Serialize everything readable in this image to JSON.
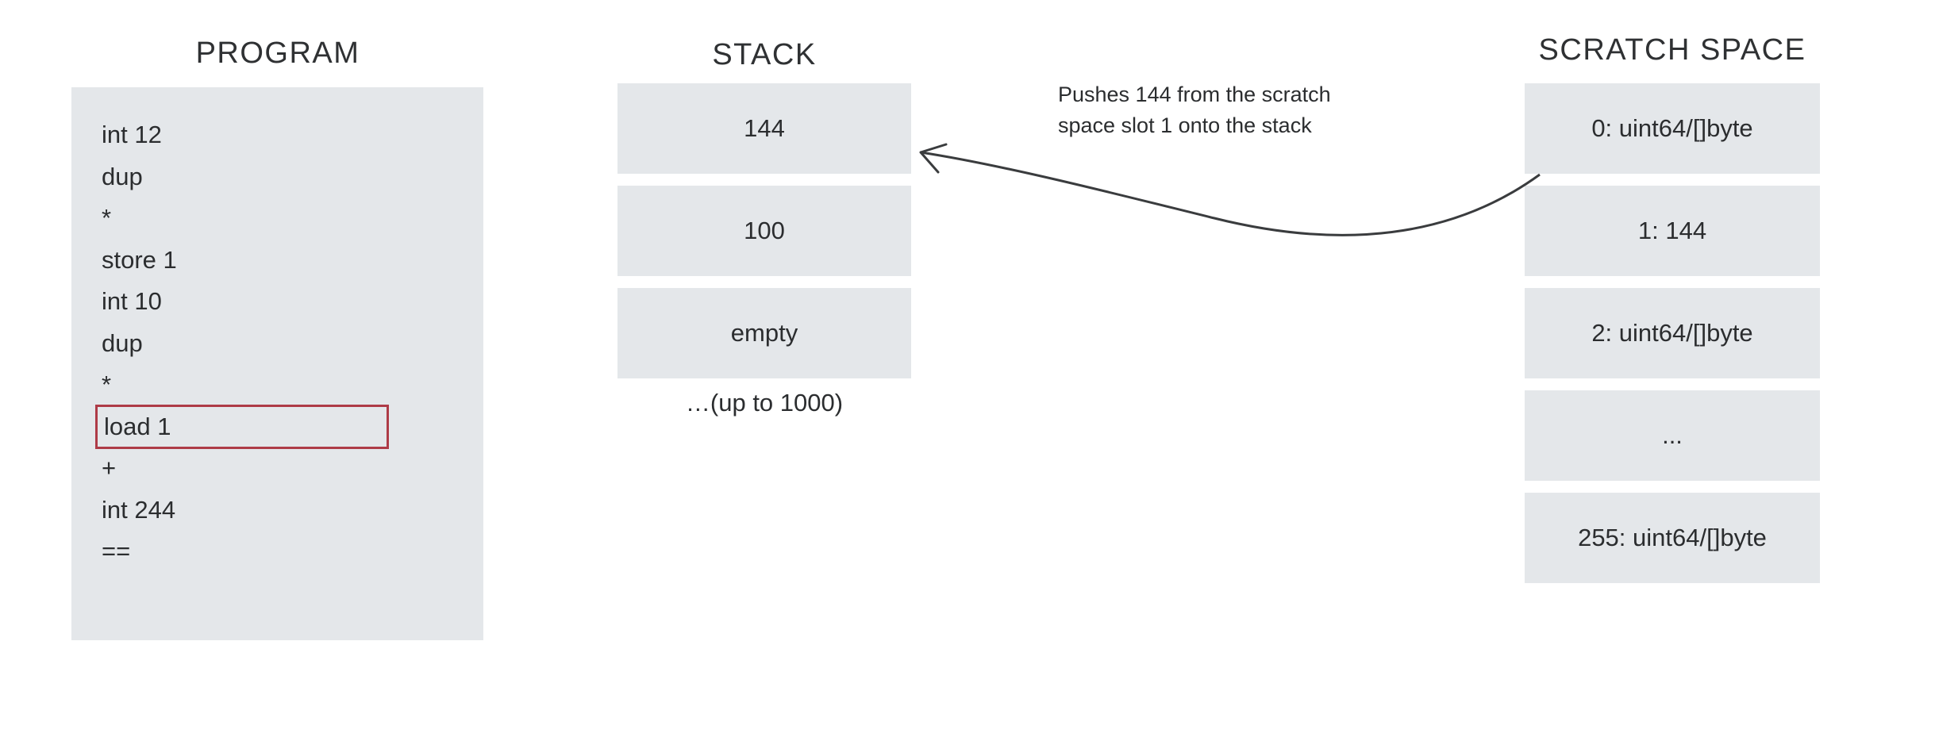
{
  "columns": {
    "program": {
      "title": "PROGRAM",
      "lines": [
        {
          "text": "int 12",
          "highlighted": false
        },
        {
          "text": "dup",
          "highlighted": false
        },
        {
          "text": "*",
          "highlighted": false
        },
        {
          "text": "store 1",
          "highlighted": false
        },
        {
          "text": "int 10",
          "highlighted": false
        },
        {
          "text": "dup",
          "highlighted": false
        },
        {
          "text": "*",
          "highlighted": false
        },
        {
          "text": "load 1",
          "highlighted": true
        },
        {
          "text": "+",
          "highlighted": false
        },
        {
          "text": "int 244",
          "highlighted": false
        },
        {
          "text": "==",
          "highlighted": false
        }
      ]
    },
    "stack": {
      "title": "STACK",
      "cells": [
        {
          "value": "144"
        },
        {
          "value": "100"
        },
        {
          "value": "empty"
        }
      ],
      "note": "…(up to 1000)"
    },
    "scratch": {
      "title": "SCRATCH SPACE",
      "cells": [
        {
          "value": "0: uint64/[]byte"
        },
        {
          "value": "1: 144"
        },
        {
          "value": "2: uint64/[]byte"
        },
        {
          "value": "..."
        },
        {
          "value": "255: uint64/[]byte"
        }
      ]
    }
  },
  "annotation": {
    "line_1": "Pushes 144 from the scratch",
    "line_2": "space slot 1 onto the stack",
    "arrow_from": "scratch slot 1",
    "arrow_to": "stack cell 144"
  },
  "colors": {
    "cell_background": "#e4e7ea",
    "page_background": "#ffffff",
    "text": "#2b2d2f",
    "highlight_border": "#ae3b47",
    "arrow": "#3a3c3e"
  }
}
